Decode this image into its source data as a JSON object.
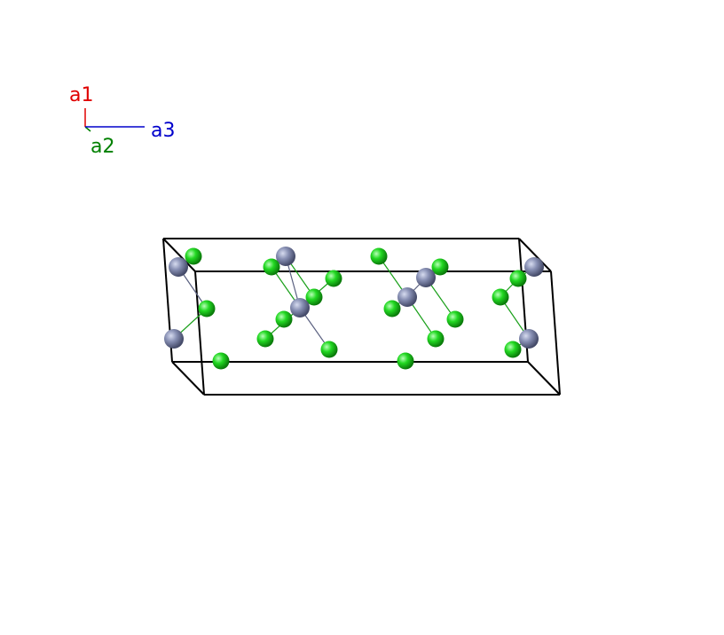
{
  "axes": {
    "a1": {
      "label": "a1",
      "color": "#e00000"
    },
    "a2": {
      "label": "a2",
      "color": "#008000"
    },
    "a3": {
      "label": "a3",
      "color": "#0000cc"
    }
  },
  "cell": {
    "edge_color": "#000000"
  },
  "atoms": {
    "metal": {
      "color": "#7e88ad"
    },
    "halide": {
      "color": "#1ed21e"
    }
  },
  "bonds": {
    "color_metal": "#5a6080",
    "color_halide": "#1aa01a"
  }
}
